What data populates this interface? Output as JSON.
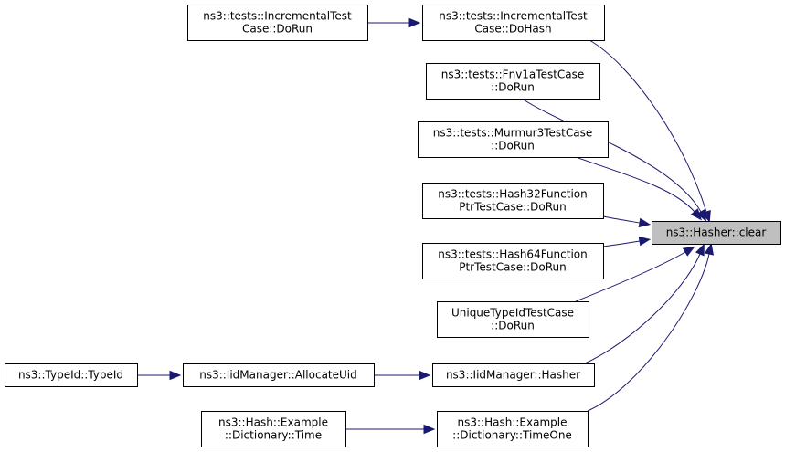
{
  "nodes": [
    {
      "id": "clear",
      "lines": [
        "ns3::Hasher::clear"
      ],
      "focus": true
    },
    {
      "id": "inc_dohash",
      "lines": [
        "ns3::tests::IncrementalTest",
        "Case::DoHash"
      ]
    },
    {
      "id": "inc_dorun",
      "lines": [
        "ns3::tests::IncrementalTest",
        "Case::DoRun"
      ]
    },
    {
      "id": "fnv",
      "lines": [
        "ns3::tests::Fnv1aTestCase",
        "::DoRun"
      ]
    },
    {
      "id": "murmur",
      "lines": [
        "ns3::tests::Murmur3TestCase",
        "::DoRun"
      ]
    },
    {
      "id": "h32",
      "lines": [
        "ns3::tests::Hash32Function",
        "PtrTestCase::DoRun"
      ]
    },
    {
      "id": "h64",
      "lines": [
        "ns3::tests::Hash64Function",
        "PtrTestCase::DoRun"
      ]
    },
    {
      "id": "unique",
      "lines": [
        "UniqueTypeIdTestCase",
        "::DoRun"
      ]
    },
    {
      "id": "iid_hasher",
      "lines": [
        "ns3::IidManager::Hasher"
      ]
    },
    {
      "id": "iid_alloc",
      "lines": [
        "ns3::IidManager::AllocateUid"
      ]
    },
    {
      "id": "typeid",
      "lines": [
        "ns3::TypeId::TypeId"
      ]
    },
    {
      "id": "timeone",
      "lines": [
        "ns3::Hash::Example",
        "::Dictionary::TimeOne"
      ]
    },
    {
      "id": "time",
      "lines": [
        "ns3::Hash::Example",
        "::Dictionary::Time"
      ]
    }
  ],
  "edges": [
    {
      "from": "inc_dohash",
      "to": "clear"
    },
    {
      "from": "fnv",
      "to": "clear"
    },
    {
      "from": "murmur",
      "to": "clear"
    },
    {
      "from": "h32",
      "to": "clear"
    },
    {
      "from": "h64",
      "to": "clear"
    },
    {
      "from": "unique",
      "to": "clear"
    },
    {
      "from": "iid_hasher",
      "to": "clear"
    },
    {
      "from": "timeone",
      "to": "clear"
    },
    {
      "from": "inc_dorun",
      "to": "inc_dohash"
    },
    {
      "from": "iid_alloc",
      "to": "iid_hasher"
    },
    {
      "from": "typeid",
      "to": "iid_alloc"
    },
    {
      "from": "time",
      "to": "timeone"
    }
  ],
  "colors": {
    "edge": "#191970",
    "focus_fill": "#bfbfbf",
    "node_fill": "#ffffff",
    "border": "#000000"
  }
}
